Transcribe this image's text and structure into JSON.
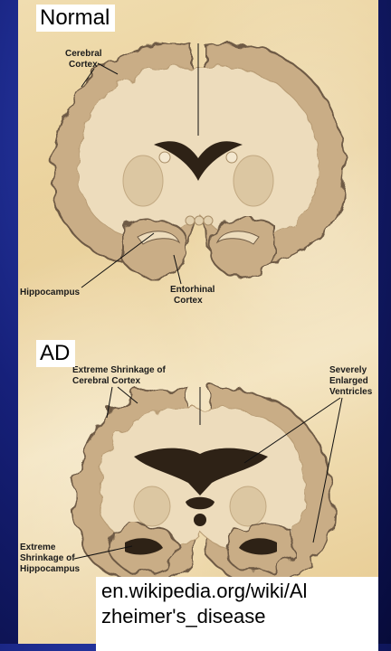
{
  "headers": {
    "normal": "Normal",
    "ad": "AD"
  },
  "labels": {
    "cerebral_cortex_1": "Cerebral",
    "cerebral_cortex_2": "Cortex",
    "hippocampus": "Hippocampus",
    "entorhinal_1": "Entorhinal",
    "entorhinal_2": "Cortex",
    "shrinkage_cortex_1": "Extreme Shrinkage of",
    "shrinkage_cortex_2": "Cerebral Cortex",
    "ventricles_1": "Severely",
    "ventricles_2": "Enlarged",
    "ventricles_3": "Ventricles",
    "shrinkage_hippo_1": "Extreme",
    "shrinkage_hippo_2": "Shrinkage of",
    "shrinkage_hippo_3": "Hippocampus"
  },
  "caption": {
    "line1": "en.wikipedia.org/wiki/Al",
    "line2": "zheimer's_disease"
  },
  "colors": {
    "cortex_gray": "#c9ad86",
    "white_matter": "#eddcbc",
    "outline": "#6e5a44",
    "ventricle": "#2e2216",
    "background_dark": "#0d1560"
  }
}
